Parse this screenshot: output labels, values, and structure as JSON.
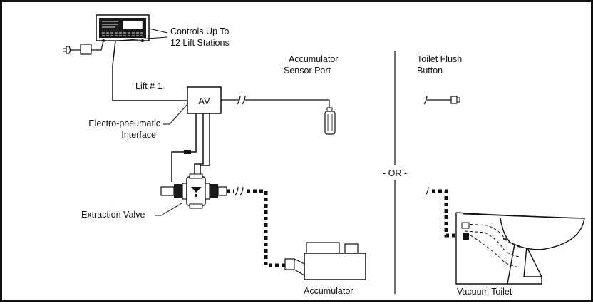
{
  "labels": {
    "controls_line1": "Controls Up To",
    "controls_line2": "12 Lift Stations",
    "lift": "Lift # 1",
    "av": "AV",
    "interface_line1": "Electro-pneumatic",
    "interface_line2": "Interface",
    "extraction_valve": "Extraction Valve",
    "sensor_line1": "Accumulator",
    "sensor_line2": "Sensor Port",
    "or": "- OR -",
    "flush_line1": "Toilet Flush",
    "flush_line2": "Button",
    "accumulator": "Accumulator",
    "vacuum_toilet": "Vacuum Toilet"
  },
  "colors": {
    "ink": "#111111",
    "background": "#ffffff"
  }
}
